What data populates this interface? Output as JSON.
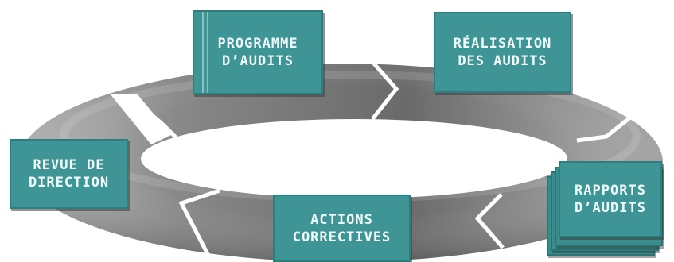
{
  "diagram": {
    "steps": [
      {
        "id": "programme",
        "line1": "PROGRAMME",
        "line2": "D’AUDITS"
      },
      {
        "id": "realisation",
        "line1": "RÉALISATION",
        "line2": "DES AUDITS"
      },
      {
        "id": "rapports",
        "line1": "RAPPORTS",
        "line2": "D’AUDITS"
      },
      {
        "id": "actions",
        "line1": "ACTIONS",
        "line2": "CORRECTIVES"
      },
      {
        "id": "revue",
        "line1": "REVUE DE",
        "line2": "DIRECTION"
      }
    ],
    "colors": {
      "box_fill": "#3f9595",
      "box_text": "#f2fbfb",
      "ring_light": "#b9b9b9",
      "ring_dark": "#4a4a4a",
      "background": "#ffffff"
    }
  }
}
